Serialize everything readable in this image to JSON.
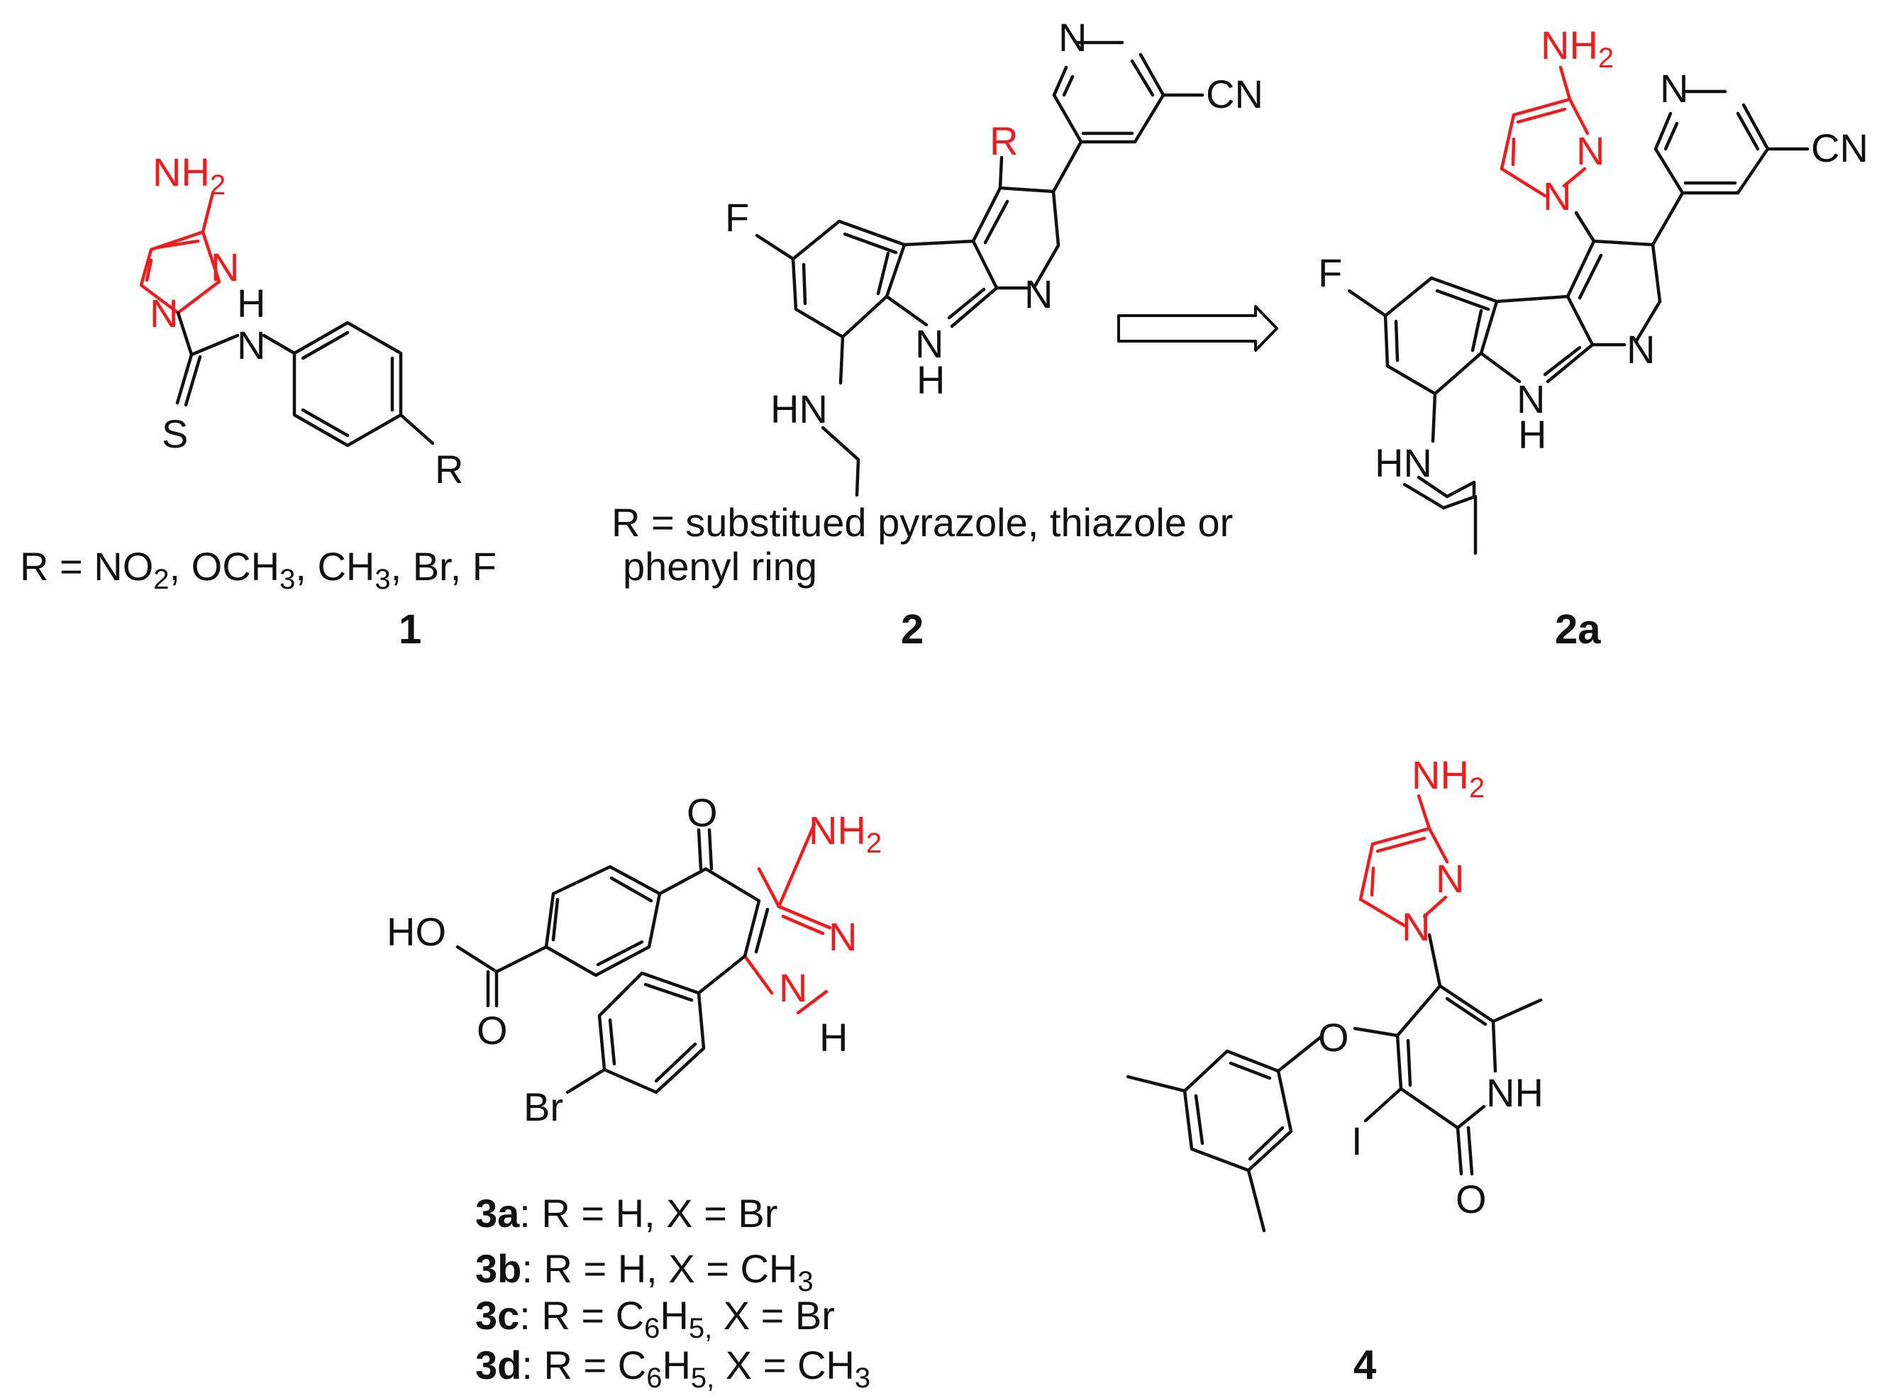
{
  "colors": {
    "ink": "#111111",
    "highlight": "#ee1c1c",
    "background": "#ffffff"
  },
  "compounds": {
    "c1": {
      "label": "1",
      "atoms": {
        "nh2": "NH",
        "nh2_sub": "2",
        "n_ring_a": "N",
        "n_ring_b": "N",
        "h": "H",
        "n_amide": "N",
        "s": "S",
        "r": "R"
      },
      "substituents": {
        "prefix": "R = NO",
        "no2_sub": "2",
        "och3": ", OCH",
        "och3_sub": "3",
        "ch3": ", CH",
        "ch3_sub": "3",
        "rest": ", Br, F"
      }
    },
    "c2": {
      "label": "2",
      "atoms": {
        "n_py": "N",
        "cn": "CN",
        "r": "R",
        "f": "F",
        "n_ring": "N",
        "n_h": "N",
        "h": "H",
        "hn": "HN"
      },
      "definition_line1": "R = substitued pyrazole, thiazole or",
      "definition_line2": "phenyl ring"
    },
    "c2a": {
      "label": "2a",
      "atoms": {
        "nh2": "NH",
        "nh2_sub": "2",
        "n_pz_a": "N",
        "n_pz_b": "N",
        "n_py": "N",
        "cn": "CN",
        "f": "F",
        "n_ring": "N",
        "n_h": "N",
        "h": "H",
        "hn": "HN"
      }
    },
    "c3": {
      "atoms": {
        "o_ketone": "O",
        "nh2": "NH",
        "nh2_sub": "2",
        "ho": "HO",
        "o_acid": "O",
        "n_a": "N",
        "n_b": "N",
        "h": "H",
        "br": "Br"
      },
      "variants": [
        {
          "id": "3a",
          "text1": ": R = H, X = Br"
        },
        {
          "id": "3b",
          "text1": ": R = H, X = CH",
          "sub": "3"
        },
        {
          "id": "3c",
          "text1": ": R = C",
          "sub1": "6",
          "text2": "H",
          "sub2": "5,",
          "text3": " X = Br"
        },
        {
          "id": "3d",
          "text1": ": R = C",
          "sub1": "6",
          "text2": "H",
          "sub2": "5,",
          "text3": " X = CH",
          "sub3": "3"
        }
      ]
    },
    "c4": {
      "label": "4",
      "atoms": {
        "nh2": "NH",
        "nh2_sub": "2",
        "n_a": "N",
        "n_b": "N",
        "o_ether": "O",
        "nh": "NH",
        "i": "I",
        "o_carbonyl": "O"
      }
    }
  }
}
